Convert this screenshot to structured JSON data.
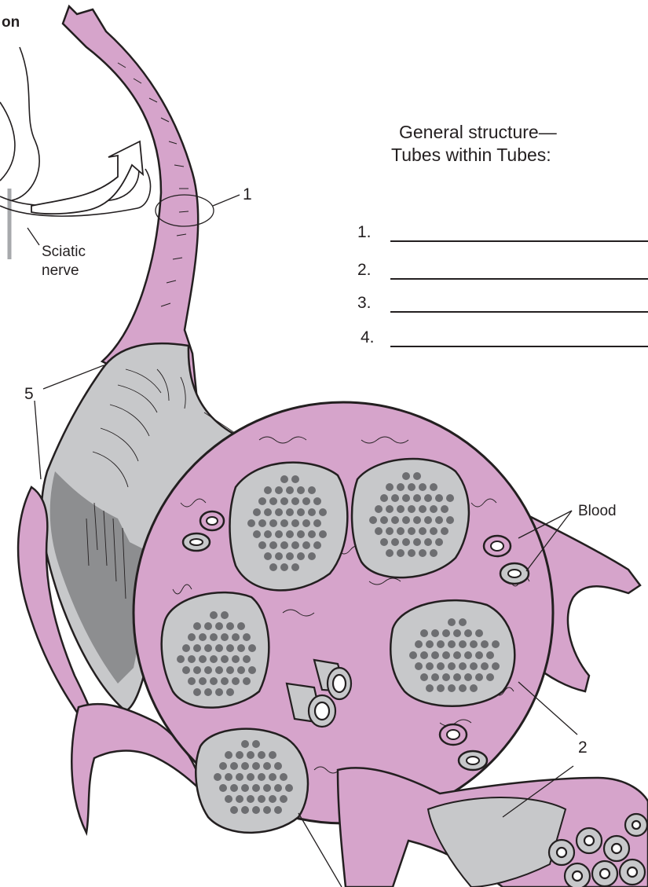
{
  "colors": {
    "epineurium": "#d6a4cb",
    "sheath": "#c7c8ca",
    "sheath_dark": "#8d8e90",
    "fascicle": "#c7c8ca",
    "fiber": "#6d6e71",
    "ink": "#231f20"
  },
  "header_fragment": "on",
  "structure_heading": [
    "General structure—",
    "Tubes within Tubes:"
  ],
  "blanks": [
    {
      "number": "1.",
      "text": ""
    },
    {
      "number": "2.",
      "text": ""
    },
    {
      "number": "3.",
      "text": ""
    },
    {
      "number": "4.",
      "text": ""
    }
  ],
  "labels": {
    "callout_1": "1",
    "callout_2": "2",
    "callout_5": "5",
    "sciatic": [
      "Sciatic",
      "nerve"
    ],
    "blood": "Blood"
  }
}
